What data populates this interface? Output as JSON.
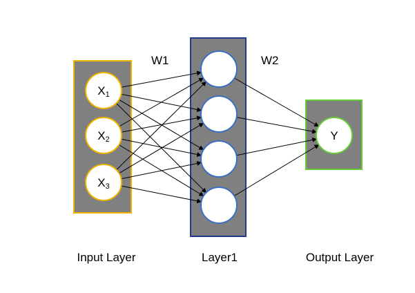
{
  "colors": {
    "layer_fill": "#808080",
    "input_border": "#f0b400",
    "hidden_border": "#1f3a8a",
    "output_border": "#66cc33",
    "node_fill": "#ffffff",
    "input_node_ring": "#f0b400",
    "hidden_node_ring": "#3a6fc4",
    "output_node_ring": "#66cc33",
    "edge": "#000000"
  },
  "weights": {
    "w1": "W1",
    "w2": "W2"
  },
  "layers": {
    "input": {
      "label": "Input Layer",
      "nodes": [
        {
          "main": "X",
          "sub": "1"
        },
        {
          "main": "X",
          "sub": "2"
        },
        {
          "main": "X",
          "sub": "3"
        }
      ]
    },
    "hidden": {
      "label": "Layer1",
      "node_count": 4
    },
    "output": {
      "label": "Output Layer",
      "nodes": [
        {
          "main": "Y",
          "sub": ""
        }
      ]
    }
  }
}
